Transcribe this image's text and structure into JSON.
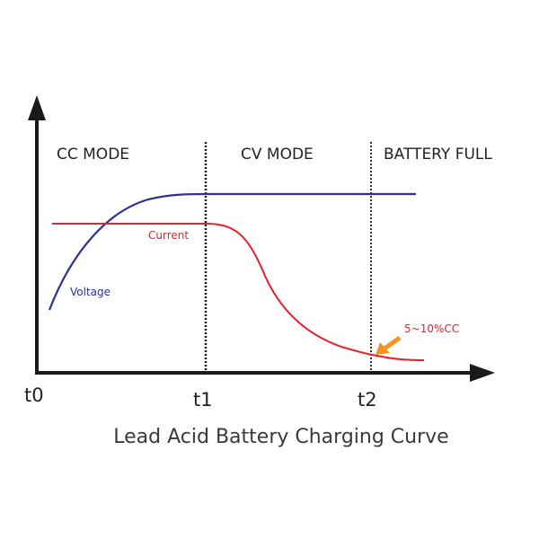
{
  "chart_data": {
    "type": "line",
    "title": "Lead Acid Battery Charging Curve",
    "xlabel": "",
    "ylabel": "",
    "x_ticks": [
      "t0",
      "t1",
      "t2"
    ],
    "regions": [
      {
        "label": "CC MODE",
        "from": "t0",
        "to": "t1"
      },
      {
        "label": "CV MODE",
        "from": "t1",
        "to": "t2"
      },
      {
        "label": "BATTERY FULL",
        "from": "t2",
        "to": "end"
      }
    ],
    "series": [
      {
        "name": "Voltage",
        "color": "#2e3190",
        "description": "Rises from low at t0, plateaus at constant voltage from t1 onward"
      },
      {
        "name": "Current",
        "color": "#e8212a",
        "description": "Constant from t0 to t1, decays in CV mode to 5~10% of CC at t2, then flat"
      }
    ],
    "annotations": [
      {
        "text": "5~10%CC",
        "color": "#e8212a",
        "arrow_color": "#f7941d",
        "points_to": "Current at t2"
      }
    ],
    "grid": false,
    "legend": "inline labels"
  },
  "labels": {
    "cc_mode": "CC MODE",
    "cv_mode": "CV MODE",
    "battery_full": "BATTERY FULL",
    "voltage": "Voltage",
    "current": "Current",
    "annotation": "5~10%CC",
    "t0": "t0",
    "t1": "t1",
    "t2": "t2",
    "title": "Lead Acid Battery Charging Curve"
  },
  "colors": {
    "voltage": "#2e3190",
    "current": "#e8212a",
    "arrow": "#f7941d",
    "axis": "#1a1a1a"
  }
}
